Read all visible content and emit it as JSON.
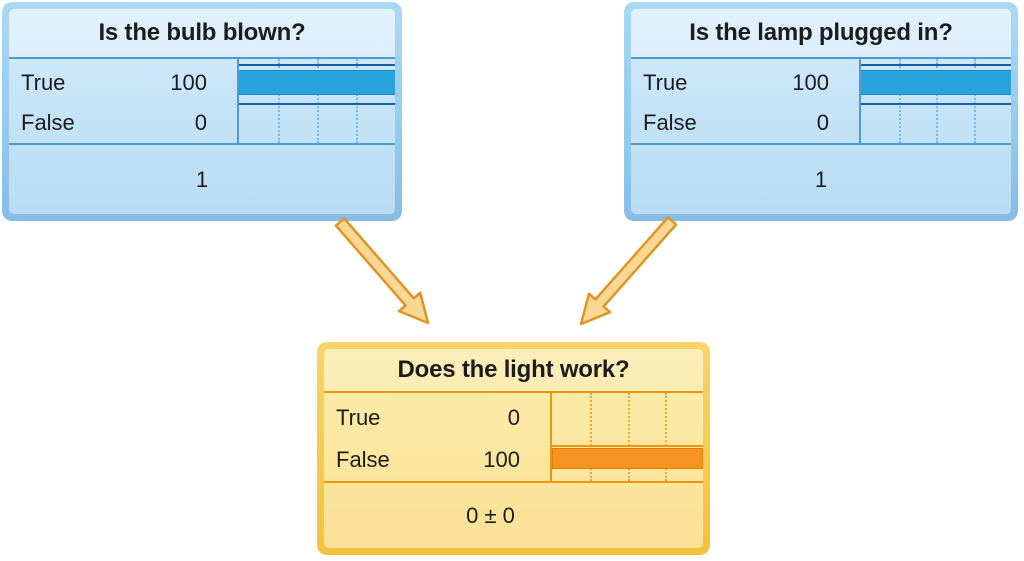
{
  "diagram": {
    "kind": "bayesian-belief-network",
    "nodes": [
      {
        "id": "bulb_blown",
        "title": "Is the bulb blown?",
        "rows": [
          {
            "state": "True",
            "value": 100
          },
          {
            "state": "False",
            "value": 0
          }
        ],
        "stat": "1"
      },
      {
        "id": "lamp_plugged_in",
        "title": "Is the lamp plugged in?",
        "rows": [
          {
            "state": "True",
            "value": 100
          },
          {
            "state": "False",
            "value": 0
          }
        ],
        "stat": "1"
      },
      {
        "id": "light_works",
        "title": "Does the light work?",
        "rows": [
          {
            "state": "True",
            "value": 0
          },
          {
            "state": "False",
            "value": 100
          }
        ],
        "stat": "0 ± 0"
      }
    ],
    "edges": [
      {
        "from": "bulb_blown",
        "to": "light_works"
      },
      {
        "from": "lamp_plugged_in",
        "to": "light_works"
      }
    ]
  },
  "colors": {
    "blue_node_frame": "#94cbee",
    "blue_node_fill": "#c6e4f7",
    "blue_bar": "#29a3dc",
    "blue_frame_line": "#1a5ea9",
    "blue_separator": "#4e9cd2",
    "yellow_node_frame": "#f7c94e",
    "yellow_node_fill": "#fbe7a0",
    "orange_bar": "#f79421",
    "orange_separator": "#f2930c",
    "arrow_fill": "#fad794",
    "arrow_stroke": "#de9526",
    "text": "#1c1c1c",
    "background": "#ffffff"
  }
}
